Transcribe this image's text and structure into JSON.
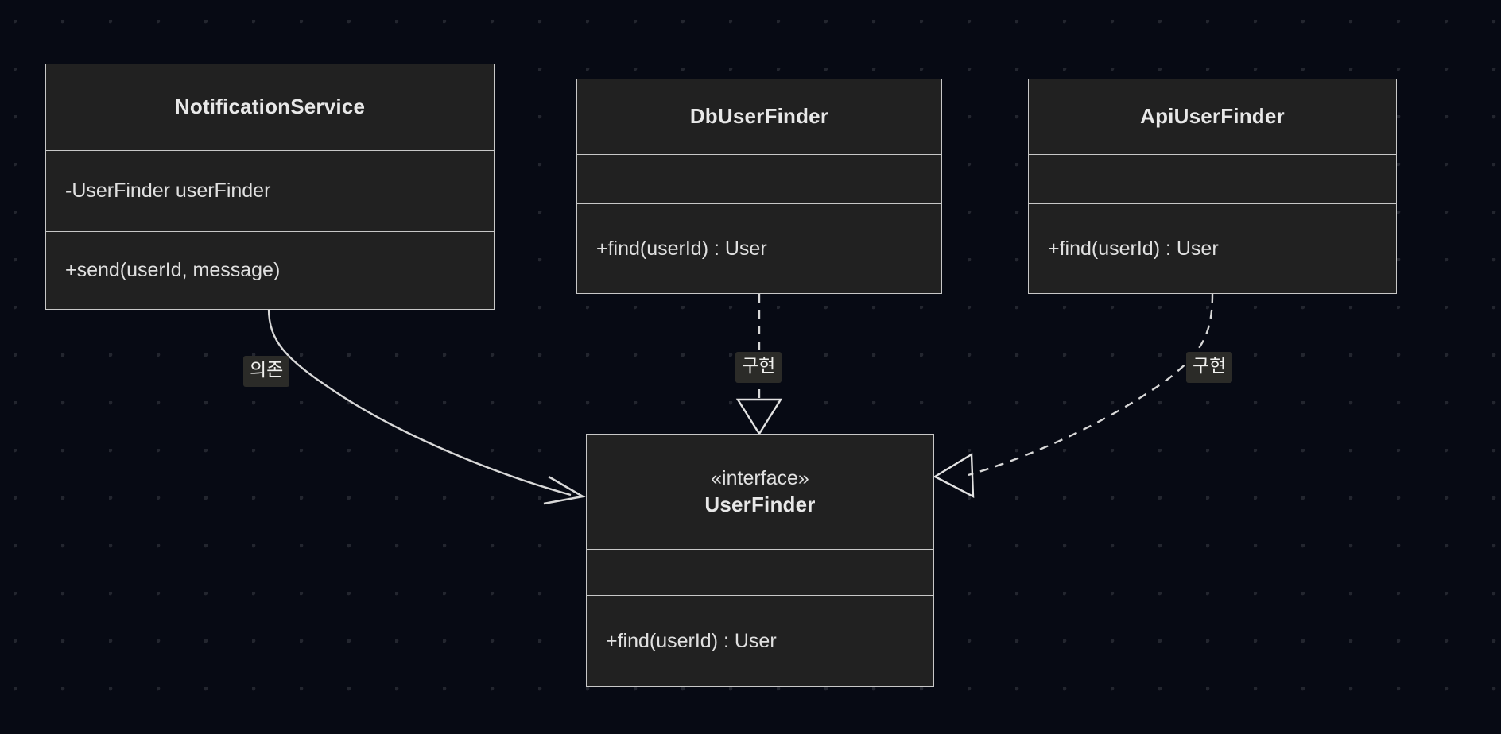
{
  "diagram": {
    "type": "uml-class-diagram",
    "background_color": "#070a14",
    "box_fill_color": "#212121",
    "box_border_color": "#c8c8c8",
    "text_color": "#e6e6e6",
    "grid": "dot-grid"
  },
  "classes": {
    "notification_service": {
      "name": "NotificationService",
      "attributes": [
        "-UserFinder userFinder"
      ],
      "methods": [
        "+send(userId, message)"
      ]
    },
    "db_user_finder": {
      "name": "DbUserFinder",
      "attributes": [
        ""
      ],
      "methods": [
        "+find(userId) : User"
      ]
    },
    "api_user_finder": {
      "name": "ApiUserFinder",
      "attributes": [
        ""
      ],
      "methods": [
        "+find(userId) : User"
      ]
    },
    "user_finder": {
      "stereotype": "«interface»",
      "name": "UserFinder",
      "attributes": [
        ""
      ],
      "methods": [
        "+find(userId) : User"
      ]
    }
  },
  "relations": {
    "dependency": {
      "label": "의존",
      "from": "NotificationService",
      "to": "UserFinder",
      "style": "solid",
      "arrow": "open-arrow"
    },
    "realization_db": {
      "label": "구현",
      "from": "DbUserFinder",
      "to": "UserFinder",
      "style": "dashed",
      "arrow": "hollow-triangle"
    },
    "realization_api": {
      "label": "구현",
      "from": "ApiUserFinder",
      "to": "UserFinder",
      "style": "dashed",
      "arrow": "hollow-triangle"
    }
  }
}
